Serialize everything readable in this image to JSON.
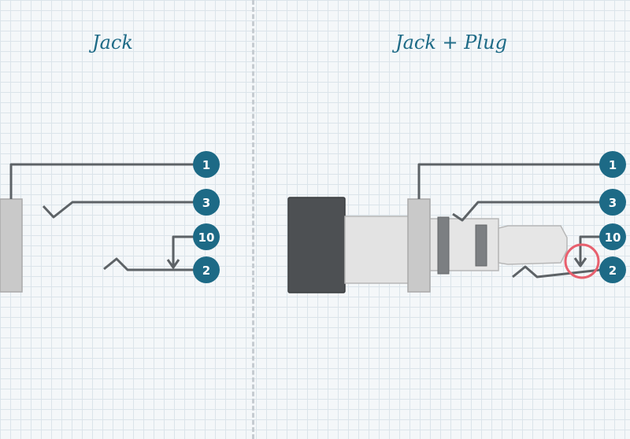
{
  "titles": {
    "left": "Jack",
    "right": "Jack + Plug"
  },
  "pins": {
    "tip": "1",
    "ring": "3",
    "switch": "10",
    "sleeve": "2"
  },
  "colors": {
    "title": "#1d6a86",
    "badge": "#1d6a86",
    "wire": "#5d6266",
    "highlight": "#e8606e",
    "plug_dark": "#4d5053",
    "divider": "#c6ccd1"
  }
}
